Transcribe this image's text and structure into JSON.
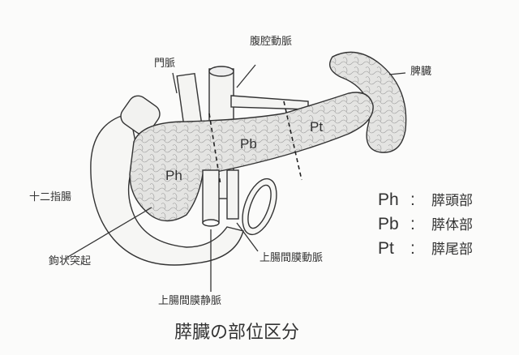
{
  "labels": {
    "celiac_artery": "腹腔動脈",
    "portal_vein": "門脈",
    "spleen": "脾臓",
    "duodenum": "十二指腸",
    "uncinate_process": "鉤状突起",
    "sm_vein": "上腸間膜静脈",
    "sm_artery": "上腸間膜動脈",
    "region_tail": "Pt",
    "region_body": "Pb",
    "region_head": "Ph"
  },
  "legend": [
    {
      "abbr": "Ph",
      "sep": ":",
      "name": "膵頭部"
    },
    {
      "abbr": "Pb",
      "sep": ":",
      "name": "膵体部"
    },
    {
      "abbr": "Pt",
      "sep": ":",
      "name": "膵尾部"
    }
  ],
  "title": "膵臓の部位区分"
}
